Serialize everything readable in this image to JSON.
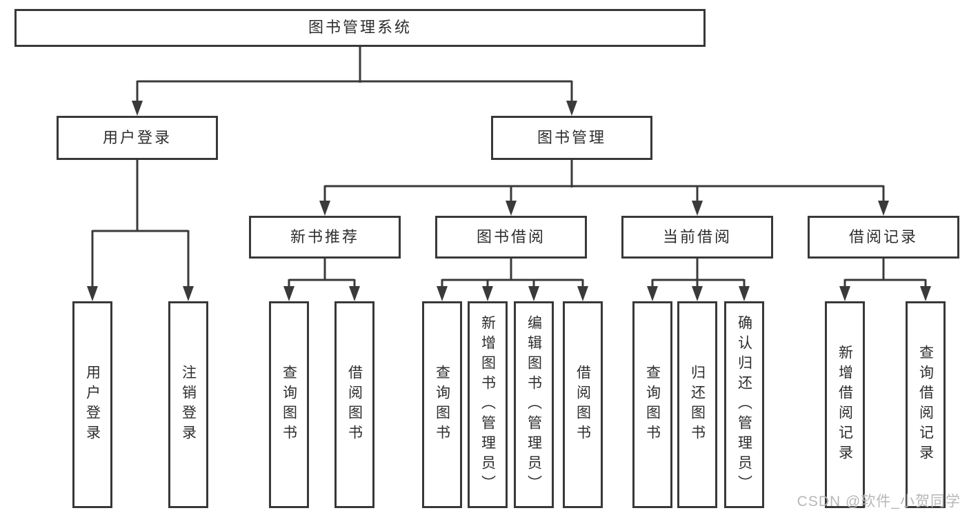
{
  "tree": {
    "label": "图书管理系统",
    "children": [
      {
        "label": "用户登录",
        "children": [
          {
            "label": "用户登录"
          },
          {
            "label": "注销登录"
          }
        ]
      },
      {
        "label": "图书管理",
        "children": [
          {
            "label": "新书推荐",
            "children": [
              {
                "label": "查询图书"
              },
              {
                "label": "借阅图书"
              }
            ]
          },
          {
            "label": "图书借阅",
            "children": [
              {
                "label": "查询图书"
              },
              {
                "label": "新增图书（管理员）"
              },
              {
                "label": "编辑图书（管理员）"
              },
              {
                "label": "借阅图书"
              }
            ]
          },
          {
            "label": "当前借阅",
            "children": [
              {
                "label": "查询图书"
              },
              {
                "label": "归还图书"
              },
              {
                "label": "确认归还（管理员）"
              }
            ]
          },
          {
            "label": "借阅记录",
            "children": [
              {
                "label": "新增借阅记录"
              },
              {
                "label": "查询借阅记录"
              }
            ]
          }
        ]
      }
    ]
  },
  "watermark": {
    "text": "CSDN @软件_小贺同学"
  },
  "colors": {
    "line": "#3a3a3a",
    "border": "#383838",
    "text": "#2d2d2d",
    "watermark": "#b7b7b7",
    "background": "#ffffff"
  }
}
